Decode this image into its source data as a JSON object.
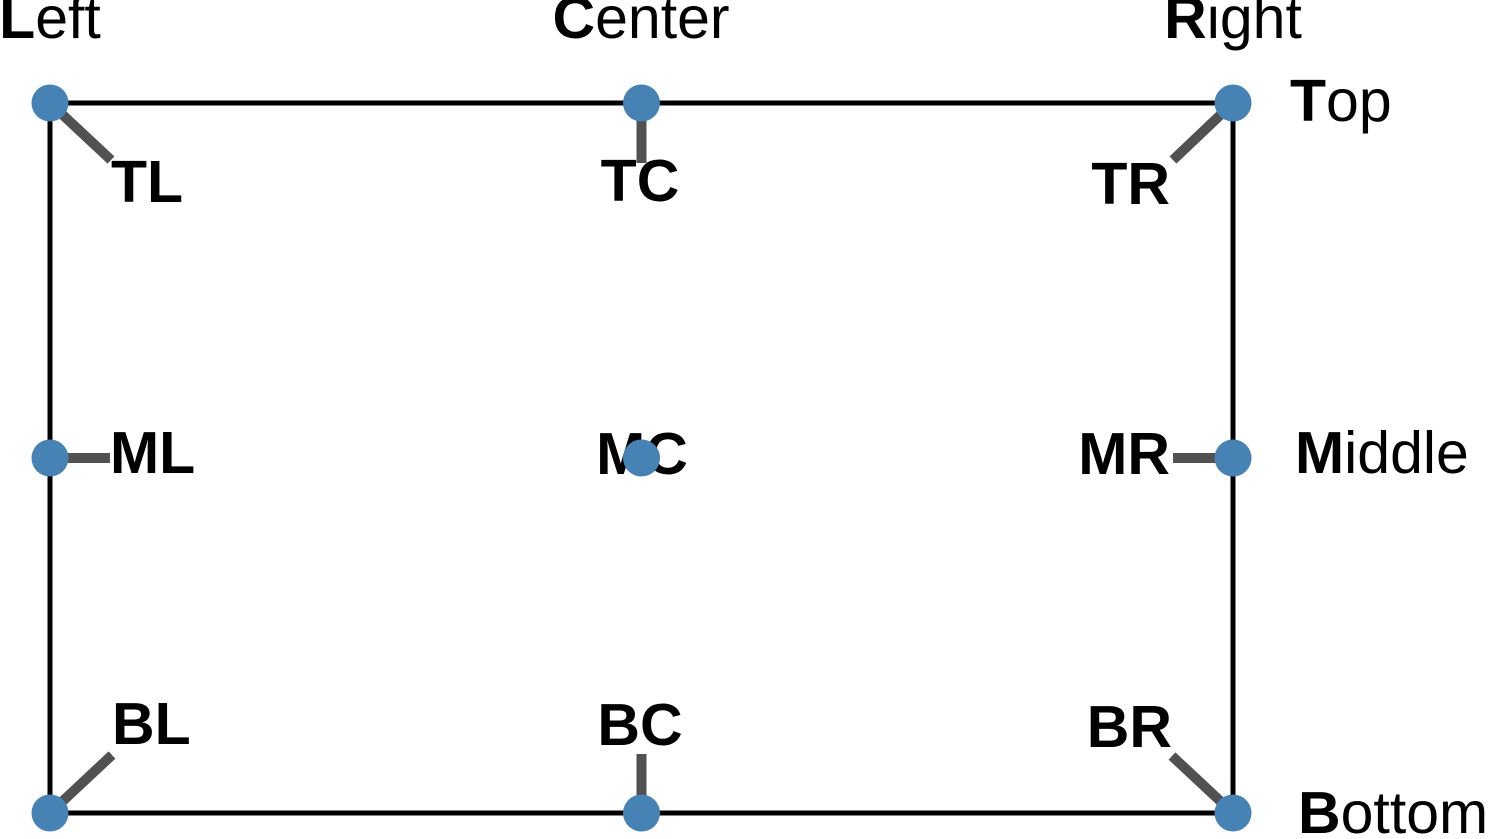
{
  "figure": {
    "background": "#ffffff",
    "colors": {
      "dot": "#4682b4",
      "connector": "#515151",
      "frame": "#000000",
      "text": "#000000"
    },
    "frame_labels": {
      "left": {
        "initial": "L",
        "rest": "eft"
      },
      "center": {
        "initial": "C",
        "rest": "enter"
      },
      "right": {
        "initial": "R",
        "rest": "ight"
      },
      "top": {
        "initial": "T",
        "rest": "op"
      },
      "middle": {
        "initial": "M",
        "rest": "iddle"
      },
      "bottom": {
        "initial": "B",
        "rest": "ottom"
      }
    },
    "anchor_labels": {
      "tl": "TL",
      "tc": "TC",
      "tr": "TR",
      "ml": "ML",
      "mc": "MC",
      "mr": "MR",
      "bl": "BL",
      "bc": "BC",
      "br": "BR"
    }
  }
}
